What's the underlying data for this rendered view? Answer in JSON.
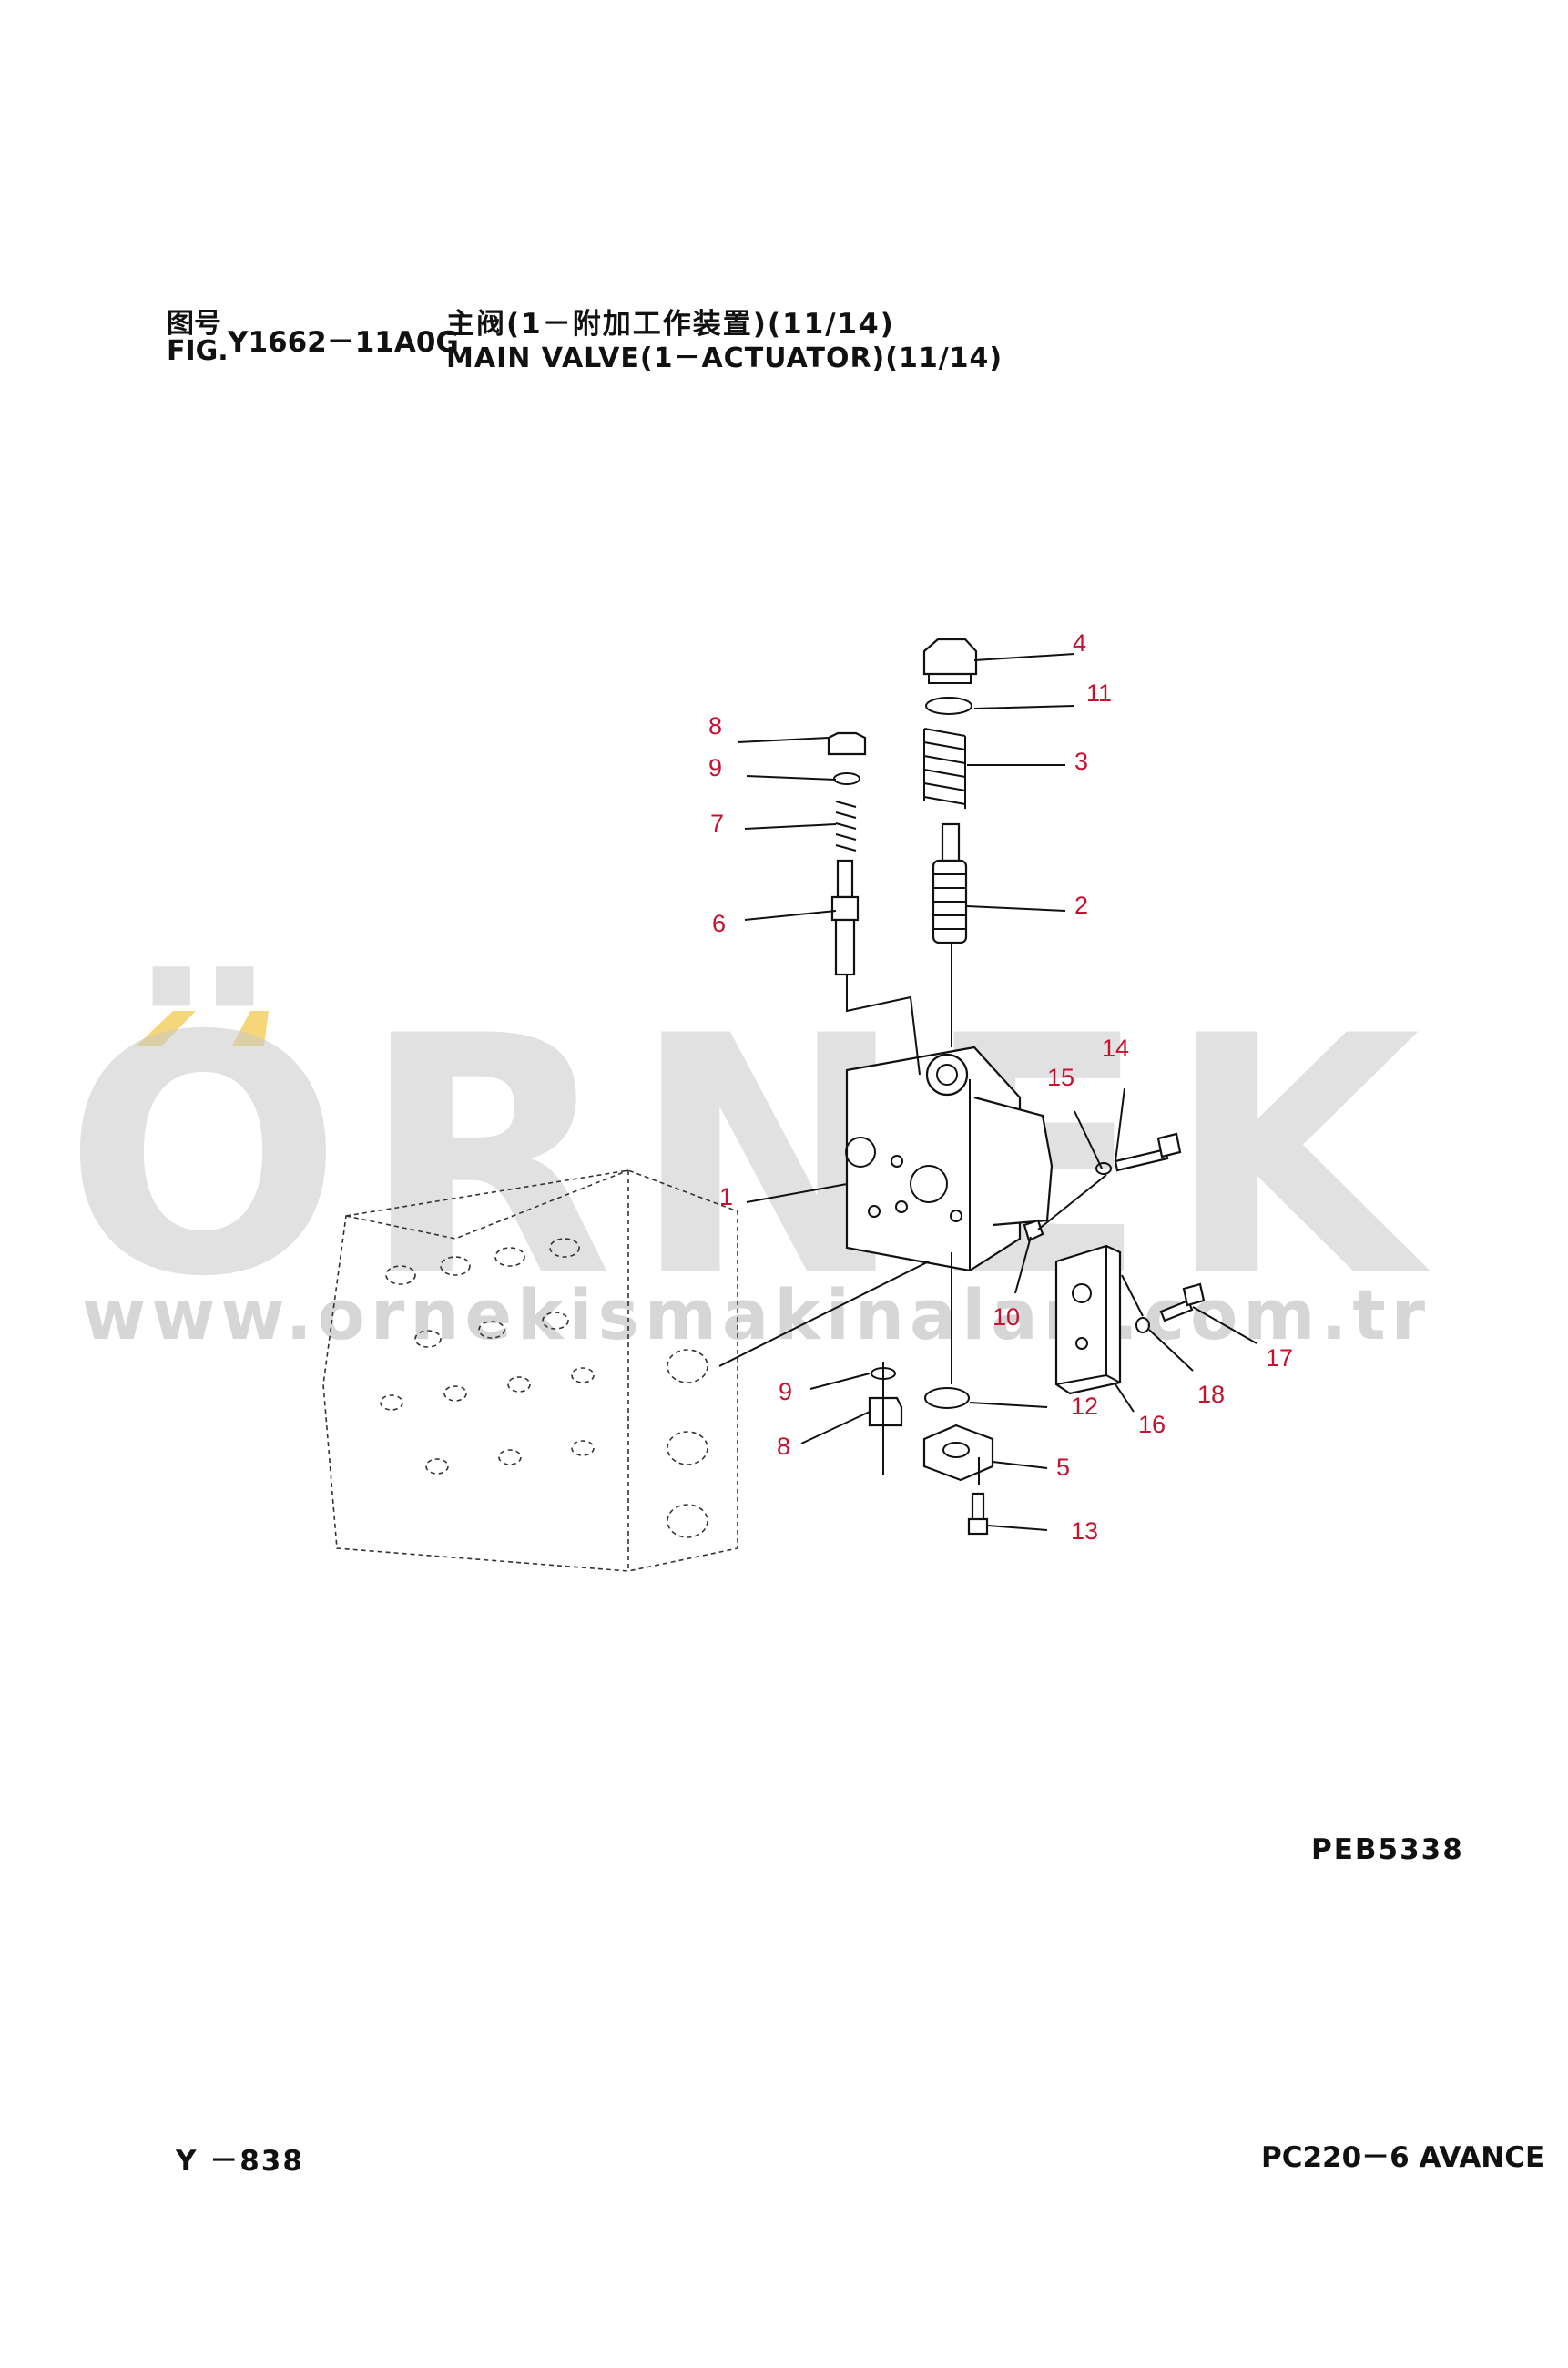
{
  "header": {
    "fig_label_cn": "图号",
    "fig_label_en": "FIG.",
    "fig_code": "Y1662－11A0G",
    "title_cn": "主阀(1－附加工作装置)(11/14)",
    "title_en": "MAIN VALVE(1－ACTUATOR)(11/14)"
  },
  "watermark": {
    "brand": "ÖRNEK",
    "url": "www.ornekismakinalari.com.tr",
    "accent_color": "#f5d77a",
    "text_color": "#c9c9c9"
  },
  "callout_color": "#c8102e",
  "callouts": [
    "1",
    "2",
    "3",
    "4",
    "5",
    "6",
    "7",
    "8",
    "9",
    "10",
    "11",
    "12",
    "13",
    "14",
    "15",
    "16",
    "17",
    "18",
    "9",
    "8"
  ],
  "footer": {
    "drawing_code": "PEB5338",
    "page_number": "Y －838",
    "model": "PC220－6 AVANCE"
  }
}
